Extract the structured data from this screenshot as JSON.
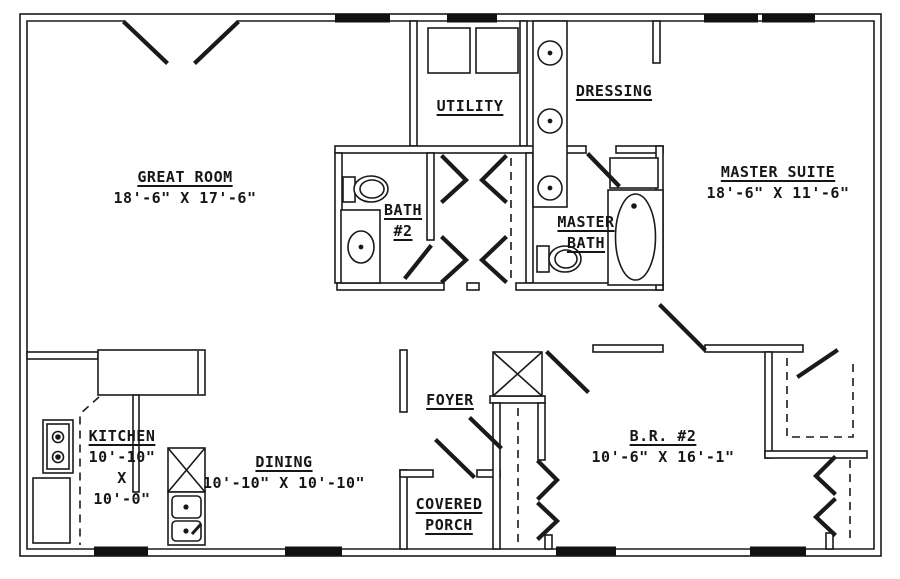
{
  "page": {
    "background": "#ffffff",
    "line_color": "#1a1a1a"
  },
  "rooms": [
    {
      "id": "great-room",
      "lines": [
        "GREAT ROOM"
      ],
      "dims": [
        "18'-6\" X 17'-6\""
      ]
    },
    {
      "id": "utility",
      "lines": [
        "UTILITY"
      ],
      "dims": []
    },
    {
      "id": "dressing",
      "lines": [
        "DRESSING"
      ],
      "dims": []
    },
    {
      "id": "master-suite",
      "lines": [
        "MASTER SUITE"
      ],
      "dims": [
        "18'-6\" X 11'-6\""
      ]
    },
    {
      "id": "bath-2",
      "lines": [
        "BATH",
        "#2"
      ],
      "dims": []
    },
    {
      "id": "master-bath",
      "lines": [
        "MASTER",
        "BATH"
      ],
      "dims": []
    },
    {
      "id": "foyer",
      "lines": [
        "FOYER"
      ],
      "dims": []
    },
    {
      "id": "kitchen",
      "lines": [
        "KITCHEN"
      ],
      "dims": [
        "10'-10\"",
        "X",
        "10'-0\""
      ]
    },
    {
      "id": "dining",
      "lines": [
        "DINING"
      ],
      "dims": [
        "10'-10\" X 10'-10\""
      ]
    },
    {
      "id": "covered-porch",
      "lines": [
        "COVERED",
        "PORCH"
      ],
      "dims": []
    },
    {
      "id": "br-2",
      "lines": [
        "B.R. #2"
      ],
      "dims": [
        "10'-6\" X 16'-1\""
      ]
    }
  ],
  "fixtures": [
    "washer",
    "dryer",
    "vanity-sinks",
    "master-bath-toilet",
    "master-bath-sink",
    "bathtub",
    "linen-shelves",
    "bath2-toilet",
    "bath2-sink",
    "range",
    "kitchen-sink",
    "kitchen-appliance-space",
    "foyer-utility-space",
    "closet-rods",
    "walk-in-closet-shelves"
  ]
}
